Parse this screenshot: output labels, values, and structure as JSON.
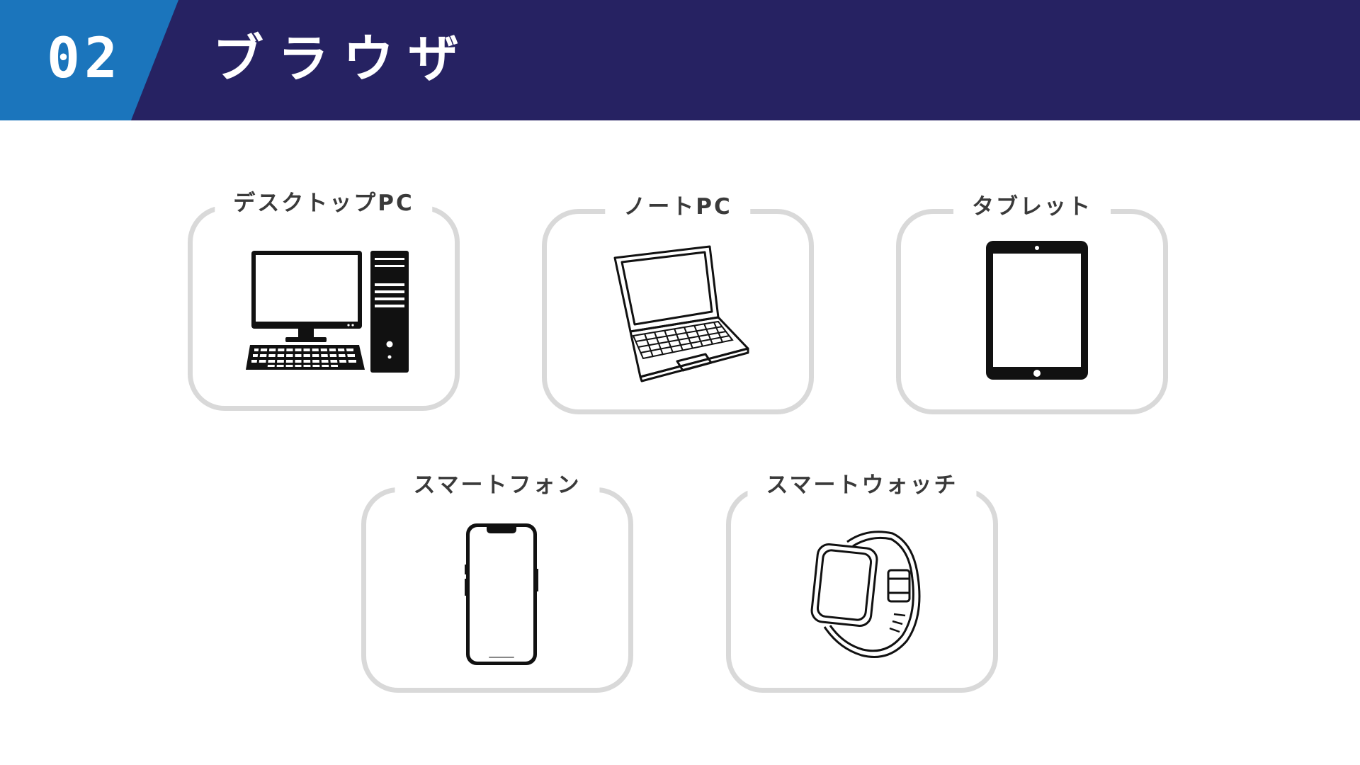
{
  "header": {
    "number": "02",
    "title": "ブラウザ",
    "colors": {
      "bar": "#262262",
      "number_box": "#1b75bc"
    }
  },
  "devices": [
    {
      "label": "デスクトップPC",
      "icon": "desktop-pc-icon"
    },
    {
      "label": "ノートPC",
      "icon": "laptop-icon"
    },
    {
      "label": "タブレット",
      "icon": "tablet-icon"
    },
    {
      "label": "スマートフォン",
      "icon": "smartphone-icon"
    },
    {
      "label": "スマートウォッチ",
      "icon": "smartwatch-icon"
    }
  ],
  "card_border_color": "#d9d9d9"
}
